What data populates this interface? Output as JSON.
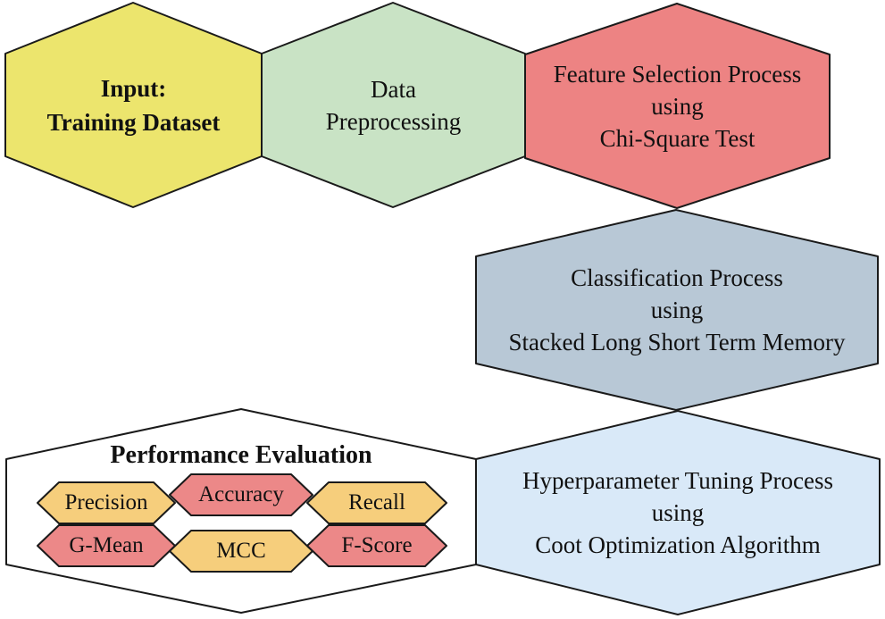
{
  "figure": {
    "type": "flowchart",
    "background": "#ffffff",
    "border_color": "#1a1a1a",
    "text_color": "#111111"
  },
  "nodes": [
    {
      "name": "input",
      "lines": [
        "Input:",
        "Training Dataset"
      ],
      "fill": "#ECE56D",
      "emphasis": "bold"
    },
    {
      "name": "data-preprocessing",
      "lines": [
        "Data",
        "Preprocessing"
      ],
      "fill": "#C9E3C5",
      "emphasis": "normal"
    },
    {
      "name": "feature-selection",
      "lines": [
        "Feature Selection Process",
        "using",
        "Chi-Square Test"
      ],
      "fill": "#ED8383",
      "emphasis": "normal"
    },
    {
      "name": "classification",
      "lines": [
        "Classification Process",
        "using",
        "Stacked Long Short Term Memory"
      ],
      "fill": "#B8C8D6",
      "emphasis": "normal"
    },
    {
      "name": "hyperparameter-tuning",
      "lines": [
        "Hyperparameter Tuning Process",
        "using",
        "Coot Optimization Algorithm"
      ],
      "fill": "#D9E9F8",
      "emphasis": "normal"
    },
    {
      "name": "performance-evaluation",
      "title": "Performance Evaluation",
      "fill": "#FFFFFF",
      "emphasis": "bold"
    }
  ],
  "metrics": [
    {
      "label": "Precision",
      "fill": "#F6CE7C"
    },
    {
      "label": "Accuracy",
      "fill": "#EC8888"
    },
    {
      "label": "Recall",
      "fill": "#F6CE7C"
    },
    {
      "label": "G-Mean",
      "fill": "#EC8888"
    },
    {
      "label": "MCC",
      "fill": "#F6CE7C"
    },
    {
      "label": "F-Score",
      "fill": "#EC8888"
    }
  ]
}
